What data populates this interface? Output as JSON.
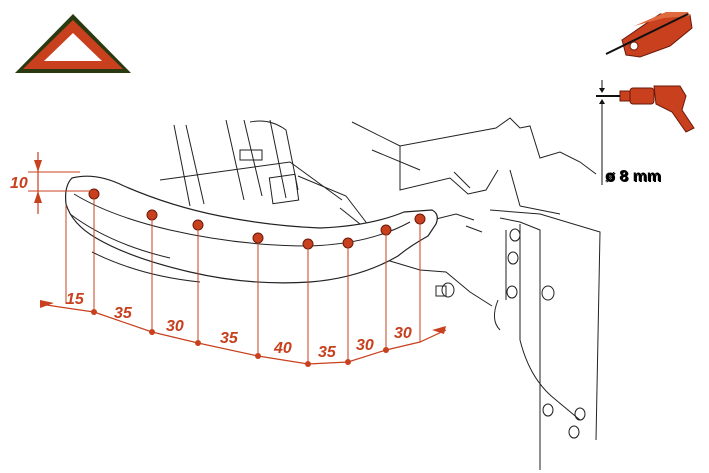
{
  "colors": {
    "accent": "#c8401e",
    "warning_fill": "#c8401e",
    "warning_stroke": "#2a3a10",
    "dim_line": "#c8401e",
    "outline": "#222222",
    "label_shadow": "#8a7a1a"
  },
  "icons": {
    "warning": "warning-triangle-icon",
    "cutting_tool": "cutting-tool-icon",
    "drill": "drill-icon"
  },
  "drill_spec": {
    "diameter_label": "ø 8 mm"
  },
  "vertical_dimension": {
    "label": "10"
  },
  "spacing_labels": [
    "15",
    "35",
    "30",
    "35",
    "40",
    "35",
    "30",
    "30"
  ]
}
